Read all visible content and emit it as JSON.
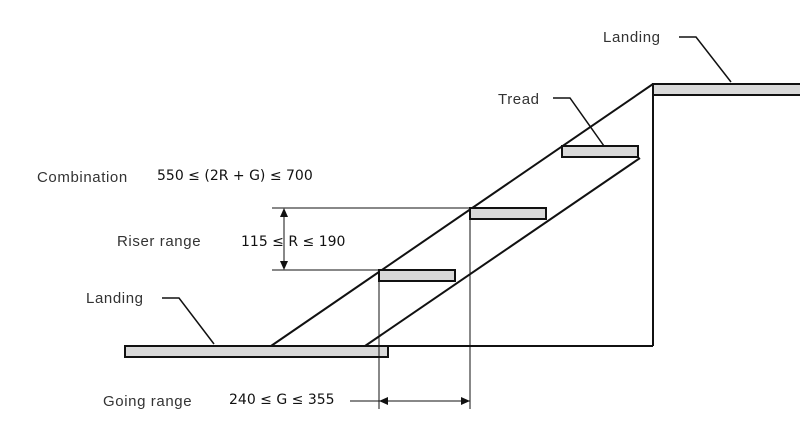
{
  "labels": {
    "landing_top": "Landing",
    "landing_bottom": "Landing",
    "tread": "Tread",
    "combination_name": "Combination",
    "combination_formula": "550 ≤ (2R + G) ≤ 700",
    "riser_name": "Riser range",
    "riser_formula": "115 ≤ R ≤ 190",
    "going_name": "Going range",
    "going_formula": "240 ≤ G ≤ 355"
  }
}
